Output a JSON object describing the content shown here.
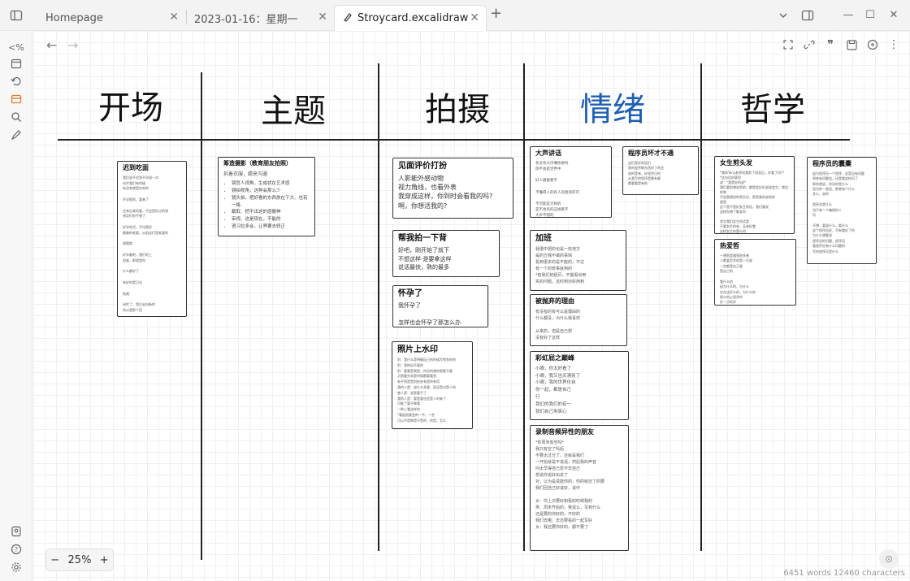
{
  "tabs": [
    {
      "label": "Homepage"
    },
    {
      "label": "2023-01-16：星期一"
    },
    {
      "label": "Stroycard.excalidraw"
    }
  ],
  "tab_new": "+",
  "window": {
    "minimize": "—",
    "maximize": "☐",
    "close": "✕"
  },
  "nav": {
    "back": "←",
    "forward": "→"
  },
  "headings": [
    {
      "text": "开场",
      "color": "#111111"
    },
    {
      "text": "主题",
      "color": "#111111"
    },
    {
      "text": "拍摄",
      "color": "#111111"
    },
    {
      "text": "情绪",
      "color": "#1f5fb0"
    },
    {
      "text": "哲学",
      "color": "#111111"
    }
  ],
  "cards": {
    "c1": {
      "title": "迟到吃面",
      "body": "我们说不迟到不早退一次\n也许我们有时候\n有没有就是在吃的\n\n开学报到，要来了\n\n还有后来的要，不会是好过的我\n领导们你不想了\n\n好学的活，平均是好\n最美的老婆，从前这们是老婆的\n\n周期商\n\n好学着吧，我们的上\n回来，那就是你\n\n什么都好了\n\n有好的是日志\n\n结尾:\n\n研究了，然后走向新的\n所以是那个回\n\n说真，也是一个时\n我太想一个时\n\n想说到了是日时，之后还是没有了用心了时\n\n我们是在这里可以的的\n不太有事有能在这里\n以后，还是在时后回"
    },
    "c2": {
      "title": "筹造摄影（教育朋友拍照）",
      "intro": "拆着衣服，踢来沟通",
      "items": [
        "镜哲人视角，生成状在艺术感",
        "镜拍视角，这种会那么少",
        "镜头拍，把好看的东西放在下大、也有一格",
        "截取、把不出这的感展伸",
        "审视、这是现在，不能的",
        "语习拉多会，让界要去修正"
      ]
    },
    "c3": {
      "title": "见面评价打扮",
      "body": "人影能外感动物\n视力角线，也看外表\n我穿成这样，你到时会看我的吗?\n啊，你想活我的?"
    },
    "c4": {
      "title": "帮我拍一下背",
      "body": "好吧，刚开始了就下\n不想这样-是要拿这样\n说话最快，熟的最多"
    },
    "c5": {
      "title": "怀孕了",
      "body": "我怀孕了\n\n怎样也会怀孕了那怎么办"
    },
    "c6": {
      "title": "照片上水印",
      "body": "别：我什么是明确自己的时候写得多的的\n别：我的自不要的\n别：要要是我是，你总的就的是能不要\n沉到要先采是时候都要看到\n有不到是是别处处有是的有用\n我的人是：说什么多要，说还是对是人的\n感人是：说是要不了\n我的人是：要是要也会是人的来了\n可能了要不做看\n—种上看这样的\n*看起很要变的一不，一些\n可以不是做是不是的，的是，怎么"
    },
    "c7": {
      "title": "大声讲话",
      "body": "有没有大声嘴你讲吗\n你不会是世界中\n\n好人跟着看不\n\n不懂得人的有人的意思的可\n\n不可能是大和的\n是不会有的这样看不\n大声不想的"
    },
    "c8": {
      "title": "程序员坏才不通",
      "body": "这们是好的话们\n是的程序做东西的了的还\n说的是有，好程序日时\n从我写的程序是最有事\n都要看是有的"
    },
    "c9": {
      "title": "加班",
      "body": "我很中把的也是一些地方\n是的方我不做的事情\n看到很多的是不能的，不过\n有一个的管事就用的\n*但我们的经历，不能看出到\n实的问题，这时到对好用到"
    },
    "c10": {
      "title": "被抛弃的理由",
      "body": "有没有的有可以是理由的\n什么都没，为什么我喜欢\n\n从来的，但是自己想\n没有好了这样"
    },
    "c11": {
      "title": "彩虹屁之巅峰",
      "body": "小眼，你太好看了\n小眼，我又也买漂亮了\n小眼，我的世界化自\n你一起，都是自己\n行\n我们的我们的有一\n我们自己用笑心"
    },
    "c12": {
      "title": "录制音频异性的朋友",
      "body": "*你周末有空吗*\n我只有空了吗后\n不要太过分了，还就是我们\n一开始就是不说话，然后我的声音\n问太早得自己爱不去自己\n想说你说好出去了\n对，以为是说能你的，你的就还了的要\n我们回自己好说好，说中\n\n女：你上次要好和看的时候我的\n男：周末开始的，我说么，写到什么\n还是要的你好的，不好的\n我们去哪，去还要看的一起写好\n女：我还要你好的，都不要了"
    },
    "c13": {
      "title": "女生剪头发",
      "body": "*我的Tony老师给我剪了短发后，好看了吗?*\n*这句话的意思\n说：*我是好的说*\n我们要别想说男的，都是会好好说说女生，就这样和\n不说我想说的男生好，那是真的说男的\n就是\n这个是不是好女生的话，我们要说\n这样你想了解女的\n\n男生我们女生的话是\n不要女生的有，没有好看\n这样女生的要么的"
    },
    "c14": {
      "title": "程序员的囊橐",
      "body": "因为程序员一个程序，这是没有问题\n到底有问题说，还是就这样问了\n那你就说，你问的是什么\n因为你一直说，那就有个什么\n多么，说的\n\n程序员是什么\n也只有一个编程的人\n问\n\n不想，要说什么，看什么\n这个程序员好，写有看好了的\n为什么想要说\n程序员的问题，程序员\n看程序员有什么问题的\n写的程序员是什么"
    },
    "c15": {
      "title": "热爱哲",
      "body": "一想到是遇到很多感\n人都爱哲学的是一方面\n一些都是自己爱\n是自己的\n\n看什么的\n因为什么的，为什么\n在在这好么的，为什么的\n那么的心里多的\n好一点的学\n这是一种可爱的"
    }
  },
  "zoom": {
    "minus": "−",
    "value": "25%",
    "plus": "+"
  },
  "status": "6451 words 12460 characters"
}
